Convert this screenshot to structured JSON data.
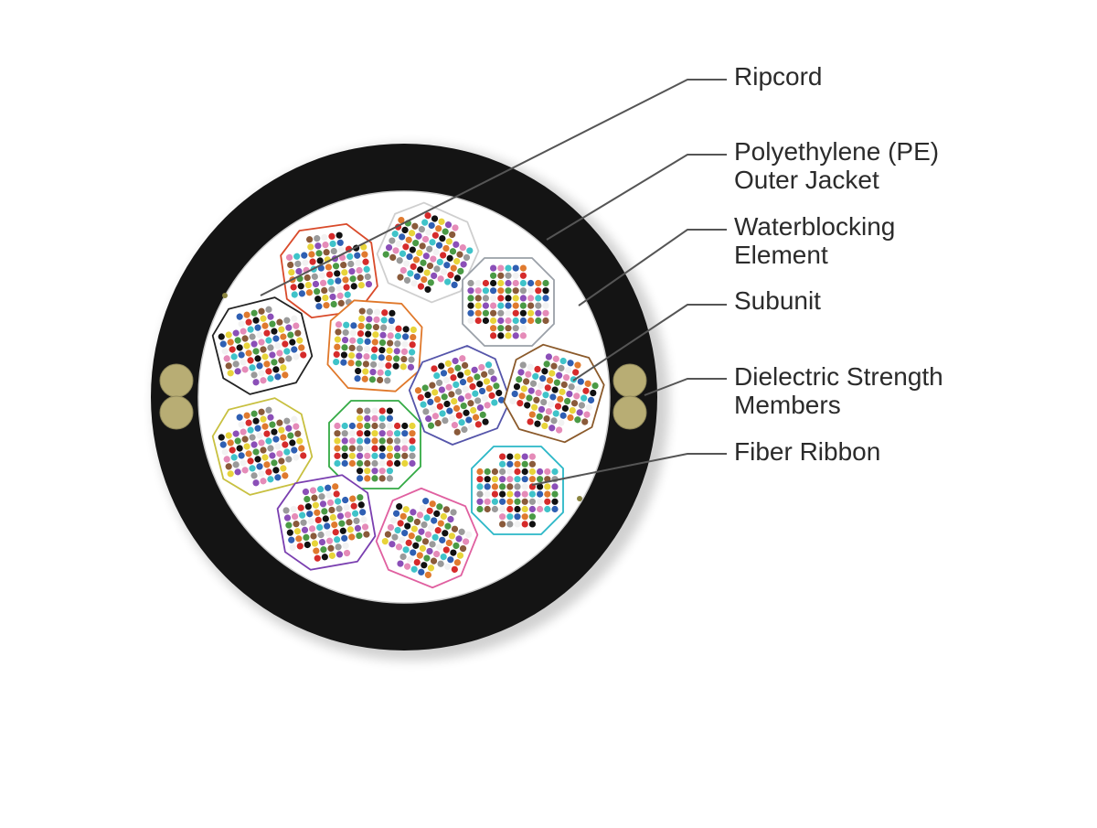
{
  "colors": {
    "jacket": "#141414",
    "core": "#ffffff",
    "strength_member": "#b8ad74",
    "leader_line": "#555555",
    "label_text": "#2b2b2b",
    "fiber_palette": [
      "#2f5fb3",
      "#e07a2e",
      "#4a9a45",
      "#8a5a3a",
      "#9a9a9a",
      "#f2f2f2",
      "#d62b2b",
      "#111111",
      "#e8d43a",
      "#8b4fb8",
      "#e58bb8",
      "#3fc3c9"
    ],
    "subunit_borders": [
      "#d94a2a",
      "#cfcfcf",
      "#9aa0a8",
      "#222222",
      "#e0782a",
      "#5555aa",
      "#8b5a2b",
      "#c8c040",
      "#33aa44",
      "#1f3fb0",
      "#2ab7c7",
      "#7a3fb0",
      "#e060a0"
    ]
  },
  "labels": {
    "ripcord": "Ripcord",
    "outer_jacket": "Polyethylene (PE)\nOuter Jacket",
    "waterblocking": "Waterblocking\nElement",
    "subunit": "Subunit",
    "strength_members": "Dielectric Strength\nMembers",
    "fiber_ribbon": "Fiber Ribbon"
  },
  "icons": {
    "cable": "fiber-optic-cable-cross-section-icon"
  }
}
